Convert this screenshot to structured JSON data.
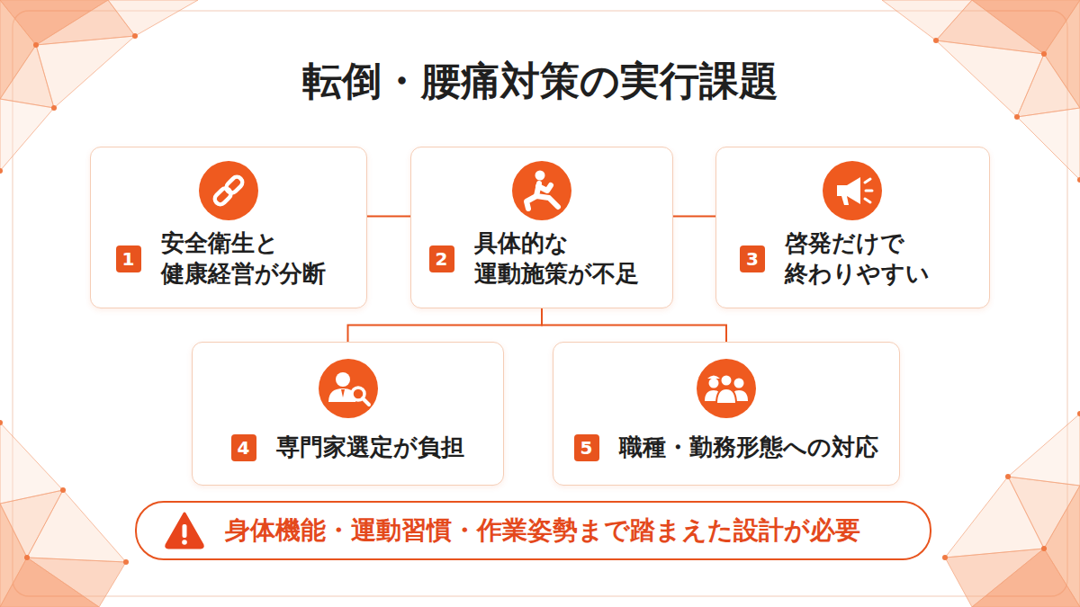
{
  "diagram": {
    "title": "転倒・腰痛対策の実行課題",
    "nodes": [
      {
        "text": [
          "1",
          "安全衛生と 健康経営が分断"
        ]
      },
      {
        "text": [
          "2",
          "具体的な 運動施策が不足"
        ]
      },
      {
        "text": [
          "3",
          "啓発だけで 終わりやすい"
        ]
      },
      {
        "text": [
          "4",
          "専門家選定が負担"
        ]
      },
      {
        "text": [
          "5",
          "職種・勤務形態への対応"
        ]
      },
      {
        "text": [
          "身体機能・運動習慣・作業姿勢まで踏まえた設計が必要"
        ]
      }
    ],
    "edges": [
      {
        "from": 0,
        "to": 1,
        "arrow": "none"
      },
      {
        "from": 1,
        "to": 2,
        "arrow": "none"
      },
      {
        "from": 1,
        "to": 3,
        "arrow": "none"
      },
      {
        "from": 1,
        "to": 4,
        "arrow": "none"
      }
    ]
  }
}
